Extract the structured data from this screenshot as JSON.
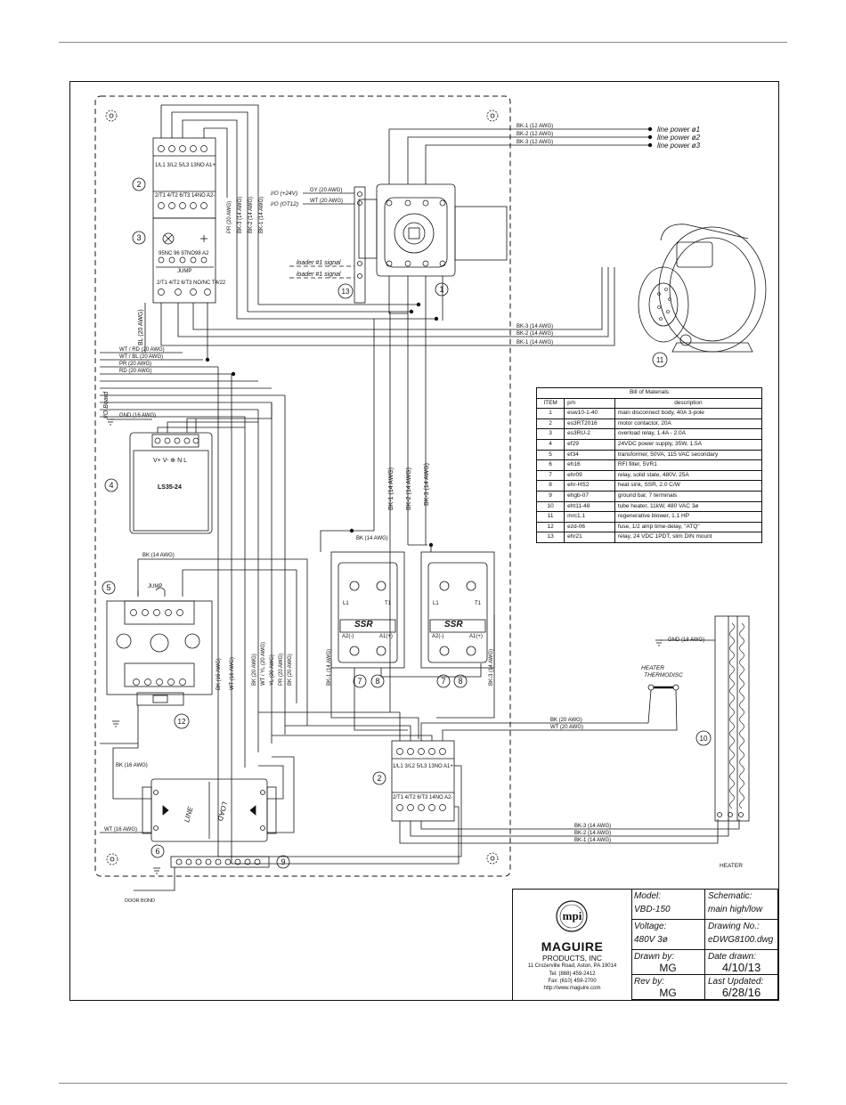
{
  "power_lines": [
    {
      "wire": "BK-1 (12 AWG)",
      "label": "line power ø1"
    },
    {
      "wire": "BK-2 (12 AWG)",
      "label": "line power ø2"
    },
    {
      "wire": "BK-3 (12 AWG)",
      "label": "line power ø3"
    }
  ],
  "io_signals": [
    {
      "wire": "GY (20 AWG)",
      "label": "I/O (+24V)"
    },
    {
      "wire": "WT (20 AWG)",
      "label": "I/O (OT12)"
    }
  ],
  "loader_signals": [
    "loader #1 signal",
    "loader #1 signal"
  ],
  "vertical_wires": [
    "PR (20 AWG)",
    "BK-3 (14 AWG)",
    "BK-2 (14 AWG)",
    "BK-1 (14 AWG)"
  ],
  "left_wires": [
    "BL (20 AWG)",
    "WT / RD (20 AWG)",
    "WT / BL (20 AWG)",
    "PR (20 AWG)",
    "RD (20 AWG)"
  ],
  "io_board_label": "I/O Board",
  "gnd_16": "GND (16 AWG)",
  "gnd_18": "GND (18 AWG)",
  "blower_wires": [
    "BK-3 (14 AWG)",
    "BK-2 (14 AWG)",
    "BK-1 (14 AWG)"
  ],
  "ssr_feed_wires": [
    "BK-1 (14 AWG)",
    "BK-2 (14 AWG)",
    "BK-3 (14 AWG)"
  ],
  "bk14": "BK (14 AWG)",
  "transformer_wires": [
    "BK (16 AWG)",
    "WT (16 AWG)",
    "BK (20 AWG)",
    "WT / YL (20 AWG)",
    "YL (20 AWG)",
    "PR (20 AWG)",
    "BK (20 AWG)"
  ],
  "ssr_lower_wires": [
    "BK-1 (14 AWG)",
    "BK-3 (14 AWG)"
  ],
  "thermodisc_wires": [
    "BK (20 AWG)",
    "WT (20 AWG)"
  ],
  "heater_wires": [
    "BK-3 (14 AWG)",
    "BK-2 (14 AWG)",
    "BK-1 (14 AWG)"
  ],
  "bk16": "BK (16 AWG)",
  "wt16": "WT (16 AWG)",
  "door_bond": "DOOR BOND",
  "heater_thermodisc": [
    "HEATER",
    "THERMODISC"
  ],
  "heater": "HEATER",
  "jump": "JUMP",
  "contactor_top": "1/L1 3/L2 5/L3 13NO A1+",
  "contactor_bottom": "2/T1 4/T2 6/T3 14NO A2-",
  "overload_top": "95NC 96 97NO98 A2",
  "overload_bottom": "2/T1 4/T2 6/T3 NO/NC T4/22",
  "psu_terminals": "V+ V- ⊕ N L",
  "psu_model": "LS35-24",
  "ssr": {
    "label": "SSR",
    "l1": "L1",
    "t1": "T1",
    "a2": "A2(-)",
    "a1": "A1(+)"
  },
  "filter": {
    "line": "LINE",
    "load": "LOAD"
  },
  "callouts": [
    "1",
    "2",
    "3",
    "4",
    "5",
    "6",
    "7",
    "8",
    "9",
    "10",
    "11",
    "12",
    "13"
  ],
  "bom": {
    "title": "Bill of Materials",
    "headers": [
      "ITEM",
      "p/n",
      "description"
    ],
    "rows": [
      [
        "1",
        "esw10-1-40",
        "main disconnect body, 40A 3-pole"
      ],
      [
        "2",
        "es3RT2016",
        "motor contactor, 20A"
      ],
      [
        "3",
        "es3RU-2",
        "overload relay, 1.4A - 2.0A"
      ],
      [
        "4",
        "ef29",
        "24VDC power supply, 35W, 1.5A"
      ],
      [
        "5",
        "ef34",
        "transformer, 50VA, 115 VAC secondary"
      ],
      [
        "6",
        "eh16",
        "RFI filter, 5VR1"
      ],
      [
        "7",
        "ehr09",
        "relay, solid state, 480V, 25A"
      ],
      [
        "8",
        "ehr-HS2",
        "heat sink, SSR, 2.0 C/W"
      ],
      [
        "9",
        "ehgb-07",
        "ground bar, 7 terminals"
      ],
      [
        "10",
        "eht11-48",
        "tube heater, 11kW, 480 VAC 3ø"
      ],
      [
        "11",
        "mrc1.1",
        "regenerative blower, 1.1 HP"
      ],
      [
        "12",
        "ezd-06",
        "fuse, 1/2 amp time-delay, \"ATQ\""
      ],
      [
        "13",
        "ehr21",
        "relay, 24 VDC 1PDT, slim DIN mount"
      ]
    ]
  },
  "title_block": {
    "company": "MAGUIRE",
    "company_sub": "PRODUCTS, INC",
    "logo_text": "mpi",
    "address": "11 Crozerville Road, Aston, PA 19014",
    "tel": "Tel: (888) 459-2412",
    "fax": "Fax: (610) 459-2700",
    "web": "http://www.maguire.com",
    "model_label": "Model:",
    "model": "VBD-150",
    "schematic_label": "Schematic:",
    "schematic": "main high/low",
    "voltage_label": "Voltage:",
    "voltage": "480V 3ø",
    "drawing_label": "Drawing No.:",
    "drawing": "eDWG8100.dwg",
    "drawn_by_label": "Drawn by:",
    "drawn_by": "MG",
    "date_drawn_label": "Date drawn:",
    "date_drawn": "4/10/13",
    "rev_by_label": "Rev by:",
    "rev_by": "MG",
    "last_updated_label": "Last Updated:",
    "last_updated": "6/28/16"
  }
}
